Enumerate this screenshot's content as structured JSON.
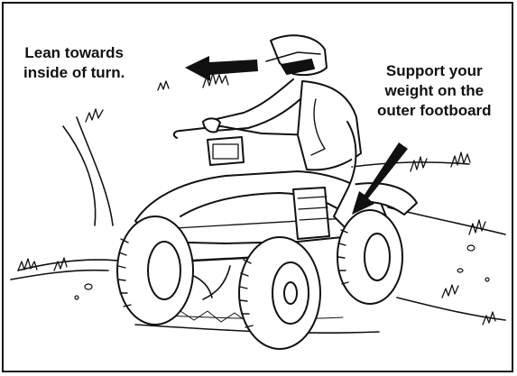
{
  "annotations": {
    "lean": {
      "lines": [
        "Lean towards",
        "inside of turn."
      ]
    },
    "support": {
      "lines": [
        "Support your",
        "weight on the",
        "outer footboard"
      ]
    }
  },
  "colors": {
    "ink": "#111111",
    "paper": "#ffffff"
  },
  "icons": {
    "lean_arrow": "arrow-left-icon",
    "support_arrow": "arrow-down-left-icon"
  }
}
